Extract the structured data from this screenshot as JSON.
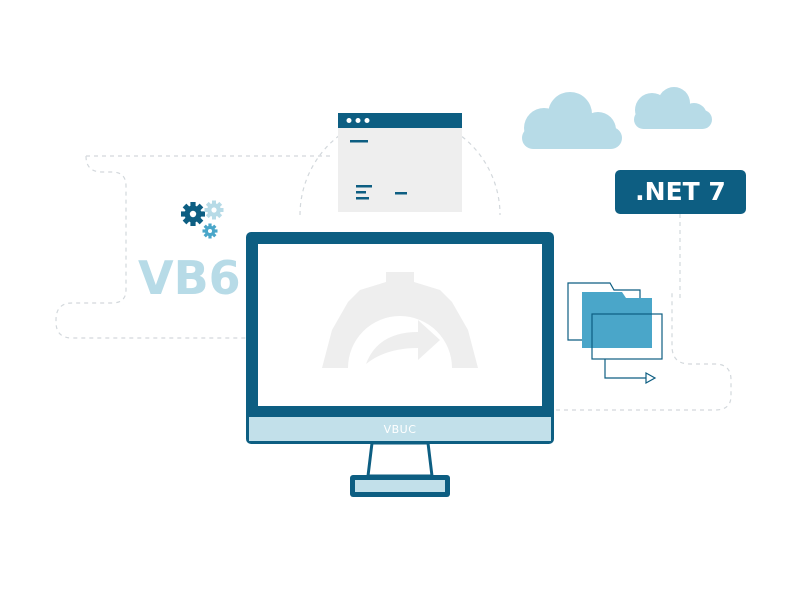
{
  "source_label": "VB6",
  "target_label": ".NET 7",
  "tool_label": "VBUC",
  "icons": {
    "gears": "gears-icon",
    "cloud_large": "cloud-icon",
    "cloud_small": "cloud-icon",
    "code_window": "code-window-icon",
    "monitor": "monitor-icon",
    "migration": "gear-arrow-icon",
    "folders": "folders-icon"
  },
  "colors": {
    "primary": "#0d5e82",
    "accent": "#4aa6c9",
    "light_accent": "#b7dbe7",
    "screen_stand": "#c2e0ea",
    "muted_gray": "#e8e8e8",
    "dashed_line": "#cfd4d8"
  }
}
